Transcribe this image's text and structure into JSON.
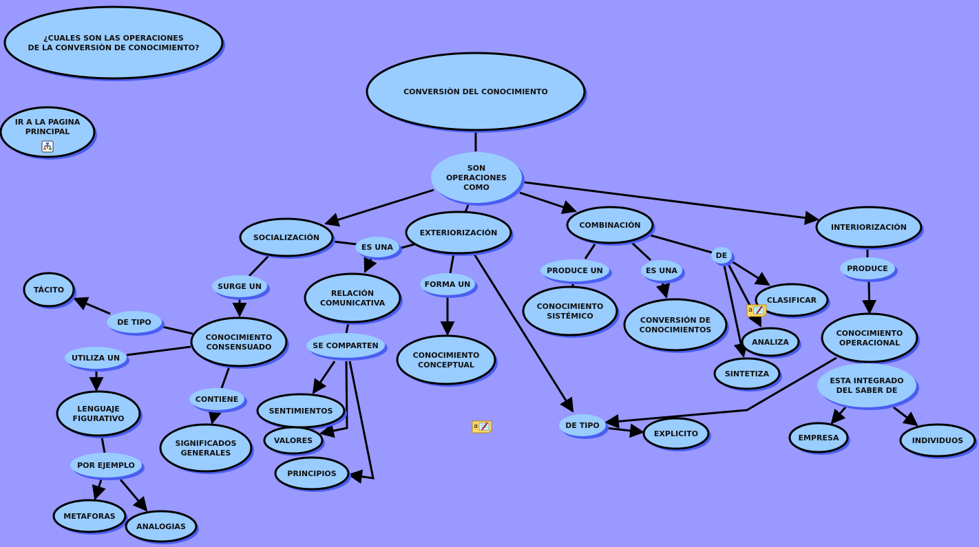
{
  "colors": {
    "background": "#9999ff",
    "node_fill": "#99ccff",
    "shadow": "#4a5ef0",
    "stroke": "#000000"
  },
  "concepts": [
    {
      "id": "q",
      "lines": [
        "¿CUALES SON LAS OPERACIONES",
        "DE LA CONVERSIÒN DE CONOCIMIENTO?"
      ]
    },
    {
      "id": "home",
      "lines": [
        "IR A LA PAGINA",
        "PRINCIPAL"
      ],
      "link": true
    },
    {
      "id": "root",
      "lines": [
        "CONVERSIÒN DEL CONOCIMIENTO"
      ]
    },
    {
      "id": "soc",
      "lines": [
        "SOCIALIZACIÓN"
      ]
    },
    {
      "id": "ext",
      "lines": [
        "EXTERIORIZACIÓN"
      ]
    },
    {
      "id": "comb",
      "lines": [
        "COMBINACIÓN"
      ]
    },
    {
      "id": "inter",
      "lines": [
        "INTERIORIZACIÓN"
      ]
    },
    {
      "id": "tacito",
      "lines": [
        "TÁCITO"
      ]
    },
    {
      "id": "cons",
      "lines": [
        "CONOCIMIENTO",
        "CONSENSUADO"
      ]
    },
    {
      "id": "rel",
      "lines": [
        "RELACIÓN",
        "COMUNICATIVA"
      ]
    },
    {
      "id": "cc",
      "lines": [
        "CONOCIMIENTO",
        "CONCEPTUAL"
      ]
    },
    {
      "id": "cs",
      "lines": [
        "CONOCIMIENTO",
        "SISTÉMICO"
      ]
    },
    {
      "id": "cdc",
      "lines": [
        "CONVERSIÓN DE",
        "CONOCIMIENTOS"
      ]
    },
    {
      "id": "clas",
      "lines": [
        "CLASIFICAR"
      ]
    },
    {
      "id": "analiza",
      "lines": [
        "ANALIZA"
      ]
    },
    {
      "id": "sint",
      "lines": [
        "SINTETIZA"
      ]
    },
    {
      "id": "cop",
      "lines": [
        "CONOCIMIENTO",
        "OPERACIONAL"
      ]
    },
    {
      "id": "leng",
      "lines": [
        "LENGUAJE",
        "FIGURATIVO"
      ]
    },
    {
      "id": "sig",
      "lines": [
        "SIGNIFICADOS",
        "GENERALES"
      ]
    },
    {
      "id": "sent",
      "lines": [
        "SENTIMIENTOS"
      ]
    },
    {
      "id": "val",
      "lines": [
        "VALORES"
      ]
    },
    {
      "id": "prin",
      "lines": [
        "PRINCIPIOS"
      ]
    },
    {
      "id": "meta",
      "lines": [
        "METAFORAS"
      ]
    },
    {
      "id": "anal",
      "lines": [
        "ANALOGIAS"
      ]
    },
    {
      "id": "expl",
      "lines": [
        "EXPLICITO"
      ]
    },
    {
      "id": "emp",
      "lines": [
        "EMPRESA"
      ]
    },
    {
      "id": "ind",
      "lines": [
        "INDIVIDUOS"
      ]
    }
  ],
  "linking_phrases": [
    {
      "id": "son",
      "lines": [
        "SON",
        "OPERACIONES",
        "COMO"
      ]
    },
    {
      "id": "esuna1",
      "lines": [
        "ES UNA"
      ]
    },
    {
      "id": "surge",
      "lines": [
        "SURGE UN"
      ]
    },
    {
      "id": "formaun",
      "lines": [
        "FORMA UN"
      ]
    },
    {
      "id": "produceun",
      "lines": [
        "PRODUCE UN"
      ]
    },
    {
      "id": "esuna2",
      "lines": [
        "ES UNA"
      ]
    },
    {
      "id": "de",
      "lines": [
        "DE"
      ]
    },
    {
      "id": "produce",
      "lines": [
        "PRODUCE"
      ]
    },
    {
      "id": "detipo1",
      "lines": [
        "DE  TIPO"
      ]
    },
    {
      "id": "utiliza",
      "lines": [
        "UTILIZA UN"
      ]
    },
    {
      "id": "secomp",
      "lines": [
        "SE COMPARTEN"
      ]
    },
    {
      "id": "contiene",
      "lines": [
        "CONTIENE"
      ]
    },
    {
      "id": "esta",
      "lines": [
        "ESTA INTEGRADO",
        "DEL SABER DE"
      ]
    },
    {
      "id": "porej",
      "lines": [
        "POR EJEMPLO"
      ]
    },
    {
      "id": "detipo2",
      "lines": [
        "DE TIPO"
      ]
    }
  ],
  "icons": [
    "cmap-link-icon",
    "annotation-note-icon",
    "annotation-note-icon"
  ]
}
